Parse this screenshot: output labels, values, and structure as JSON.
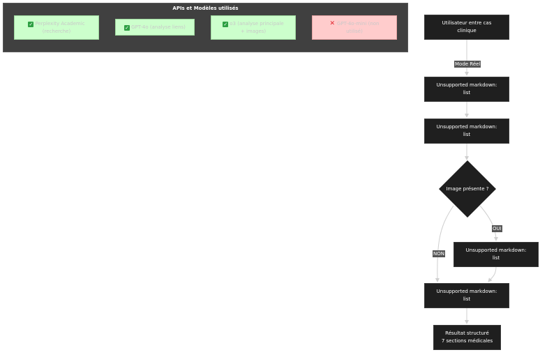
{
  "subgraph": {
    "title": "APIs et Modèles utilisés",
    "items": [
      {
        "mark": "✓",
        "status": "ok",
        "line1": "Perplexity Academic",
        "line2": "(recherche)"
      },
      {
        "mark": "✓",
        "status": "ok",
        "line1": "GPT-4o (analyse liens)",
        "line2": ""
      },
      {
        "mark": "✓",
        "status": "ok",
        "line1": "o3 (analyse principale",
        "line2": "+ images)"
      },
      {
        "mark": "✕",
        "status": "bad",
        "line1": "GPT-4o-mini (non",
        "line2": "utilisé)"
      }
    ]
  },
  "flow": {
    "start": {
      "line1": "Utilisateur entre cas",
      "line2": "clinique"
    },
    "step1": {
      "line1": "Unsupported markdown:",
      "line2": "list"
    },
    "step2": {
      "line1": "Unsupported markdown:",
      "line2": "list"
    },
    "decision": "Image présente ?",
    "step_yes": {
      "line1": "Unsupported markdown:",
      "line2": "list"
    },
    "step_merge": {
      "line1": "Unsupported markdown:",
      "line2": "list"
    },
    "end": {
      "line1": "Résultat structuré",
      "line2": "7 sections médicales"
    },
    "edge_labels": {
      "mode": "Mode Réel",
      "oui": "OUI",
      "non": "NON"
    }
  },
  "colors": {
    "node_fill": "#1f1f1f",
    "subgraph_fill": "#404040",
    "ok_fill": "#ccffcc",
    "bad_fill": "#ffcccc",
    "edge": "#cfcfcf"
  }
}
